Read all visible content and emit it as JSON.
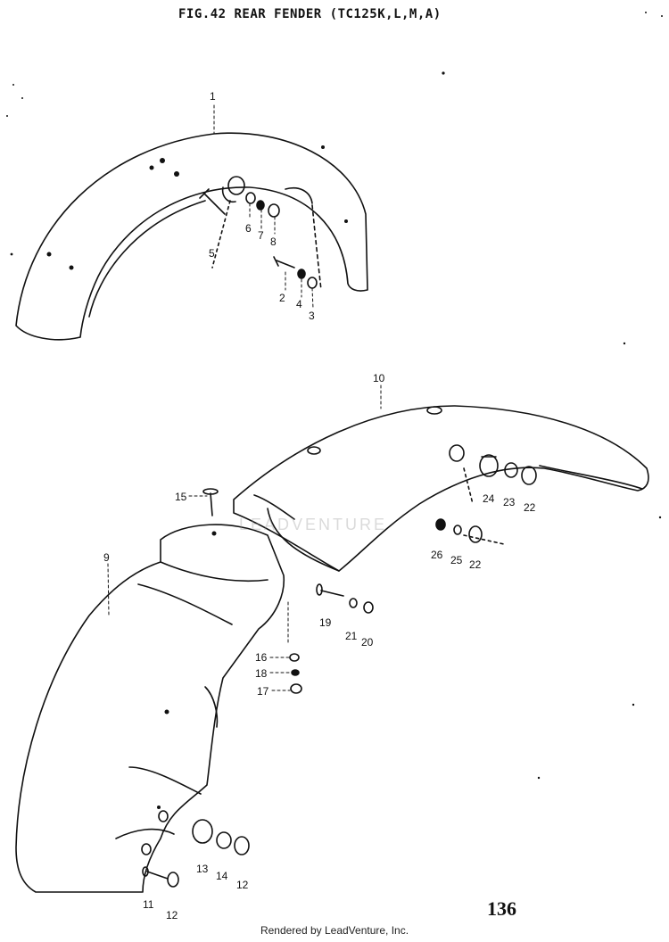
{
  "header": {
    "title": "FIG.42  REAR FENDER (TC125K,L,M,A)"
  },
  "page_number": "136",
  "footer": {
    "rendered_by": "Rendered by LeadVenture, Inc."
  },
  "watermark": {
    "text": "LEADVENTURE"
  },
  "callouts": {
    "c1": "1",
    "c2": "2",
    "c3": "3",
    "c4": "4",
    "c5": "5",
    "c6": "6",
    "c7": "7",
    "c8": "8",
    "c9": "9",
    "c10": "10",
    "c11": "11",
    "c12a": "12",
    "c12b": "12",
    "c13": "13",
    "c14": "14",
    "c15": "15",
    "c16": "16",
    "c17": "17",
    "c18": "18",
    "c19": "19",
    "c20": "20",
    "c21": "21",
    "c22a": "22",
    "c22b": "22",
    "c23": "23",
    "c24": "24",
    "c25": "25",
    "c26": "26"
  },
  "colors": {
    "ink": "#111111",
    "paper": "#ffffff"
  }
}
